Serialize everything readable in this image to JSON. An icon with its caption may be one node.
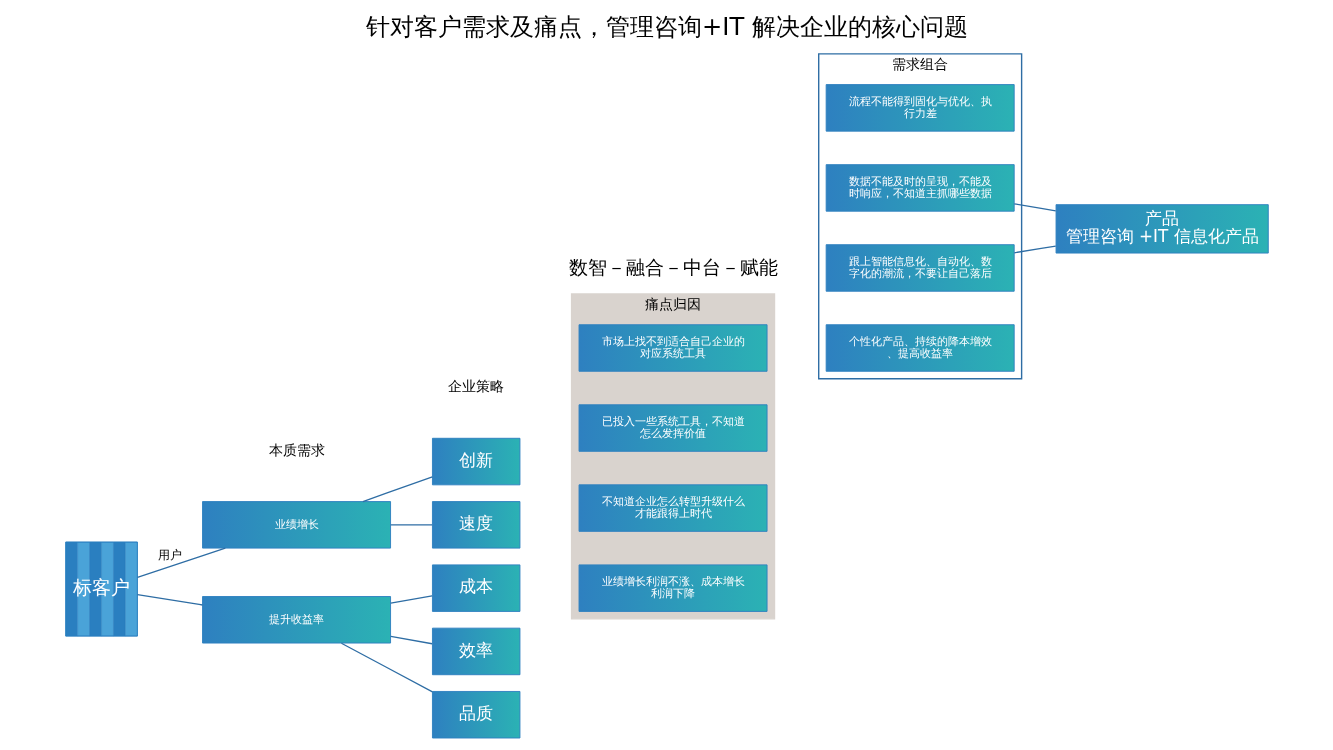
{
  "diagram": {
    "title": "针对客户需求及痛点，管理咨询+IT 解决企业的核心问题",
    "nodes": [
      {
        "text": [
          "标客户"
        ]
      },
      {
        "text": [
          "业绩增长"
        ]
      },
      {
        "text": [
          "提升收益率"
        ]
      },
      {
        "text": [
          "创新"
        ]
      },
      {
        "text": [
          "速度"
        ]
      },
      {
        "text": [
          "效率"
        ]
      },
      {
        "text": [
          "品质"
        ]
      },
      {
        "text": [
          "成本"
        ]
      },
      {
        "text": [
          "痛点归因"
        ]
      },
      {
        "text": [
          "业绩增长利润不涨、成本增长利润下降"
        ],
        "in": 8
      },
      {
        "text": [
          "不知道企业怎么转型升级什么才能跟得上时代"
        ],
        "in": 8
      },
      {
        "text": [
          "已投入一些系统工具，不知道怎么发挥价值"
        ],
        "in": 8
      },
      {
        "text": [
          "市场上找不到适合自己企业的对应系统工具"
        ],
        "in": 8
      },
      {
        "text": [
          "需求组合"
        ]
      },
      {
        "text": [
          "个性化产品、持续的降本增效、提高收益率"
        ],
        "in": 13
      },
      {
        "text": [
          "跟上智能信息化、自动化、数字化的潮流，不要让自己落后"
        ],
        "in": 13
      },
      {
        "text": [
          "数据不能及时的呈现，不能及时响应，不知道主抓哪些数据"
        ],
        "in": 13
      },
      {
        "text": [
          "流程不能得到固化与优化、执行力差"
        ],
        "in": 13
      },
      {
        "text": [
          "产品",
          "管理咨询 +IT 信息化产品"
        ]
      }
    ],
    "edges": [
      {
        "from": 0,
        "to": 1,
        "arrow": "none",
        "label": "用户"
      },
      {
        "from": 0,
        "to": 2,
        "arrow": "none"
      },
      {
        "from": 1,
        "to": 3,
        "arrow": "none"
      },
      {
        "from": 1,
        "to": 4,
        "arrow": "none"
      },
      {
        "from": 2,
        "to": 5,
        "arrow": "none"
      },
      {
        "from": 2,
        "to": 6,
        "arrow": "none"
      },
      {
        "from": 2,
        "to": 7,
        "arrow": "none"
      },
      {
        "from": 15,
        "to": 18,
        "arrow": "none"
      },
      {
        "from": 16,
        "to": 18,
        "arrow": "none"
      }
    ],
    "labels": [
      "本质需求",
      "企业策略",
      "数智－融合－中台－赋能"
    ]
  }
}
